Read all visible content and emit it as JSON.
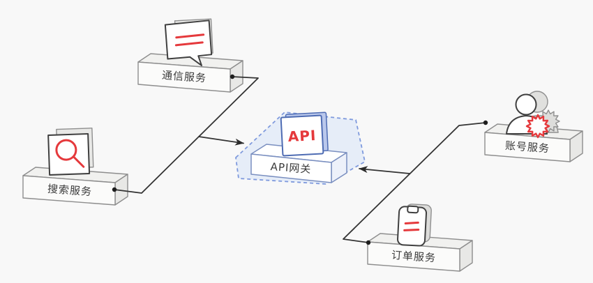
{
  "diagram": {
    "type": "architecture-diagram",
    "nodes": [
      {
        "id": "communication",
        "label": "通信服务",
        "icon": "chat-bubble-icon"
      },
      {
        "id": "search",
        "label": "搜索服务",
        "icon": "magnifier-icon"
      },
      {
        "id": "gateway",
        "label": "API网关",
        "icon": "api-card-icon",
        "card_text": "API",
        "highlighted": true
      },
      {
        "id": "account",
        "label": "账号服务",
        "icon": "user-gear-icon"
      },
      {
        "id": "order",
        "label": "订单服务",
        "icon": "phone-icon"
      }
    ],
    "edges": [
      {
        "from": "communication",
        "to": "gateway",
        "style": "elbow",
        "source_marker": "dot",
        "target_marker": "arrow"
      },
      {
        "from": "search",
        "to": "gateway",
        "style": "elbow",
        "source_marker": "dot",
        "target_marker": "arrow"
      },
      {
        "from": "account",
        "to": "gateway",
        "style": "elbow",
        "source_marker": "dot",
        "target_marker": "arrow"
      },
      {
        "from": "order",
        "to": "gateway",
        "style": "elbow",
        "source_marker": "dot",
        "target_marker": "arrow"
      }
    ],
    "colors": {
      "background": "#f8f8f8",
      "accent_red": "#e5393c",
      "gateway_outline_blue": "#7a8fc0",
      "gateway_card_blue": "#4e6cb3",
      "gateway_zone_fill": "#dce6f8",
      "gateway_zone_dash": "#7e99dd",
      "platform_outline_gray": "#8d8d8d",
      "connector_dark": "#333333",
      "label_text": "#3a3a3a"
    }
  }
}
